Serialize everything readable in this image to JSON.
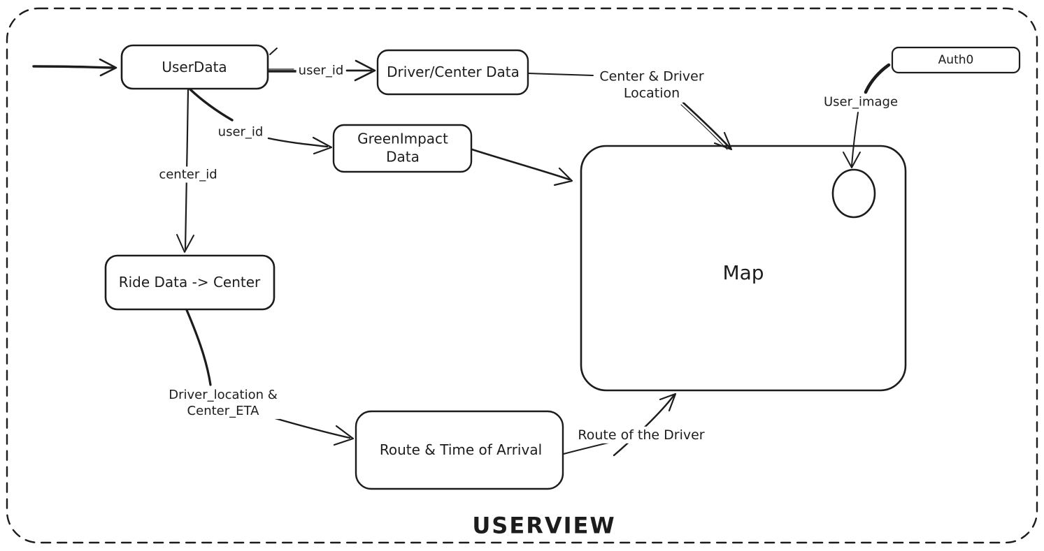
{
  "diagram": {
    "title": "USERVIEW",
    "stroke_color": "#1c1c1c",
    "background_color": "#ffffff",
    "nodes": {
      "user_data": "UserData",
      "driver_center_data": "Driver/Center Data",
      "green_impact_data": "GreenImpact\nData",
      "ride_data_center": "Ride Data -> Center",
      "route_time_arrival": "Route & Time of Arrival",
      "map": "Map",
      "auth0": "Auth0"
    },
    "edge_labels": {
      "user_id_top": "user_id",
      "user_id_diagonal": "user_id",
      "center_id": "center_id",
      "center_driver_location": "Center & Driver\nLocation",
      "user_image": "User_image",
      "driver_location_center_eta": "Driver_location &\nCenter_ETA",
      "route_of_driver": "Route of the Driver"
    }
  }
}
